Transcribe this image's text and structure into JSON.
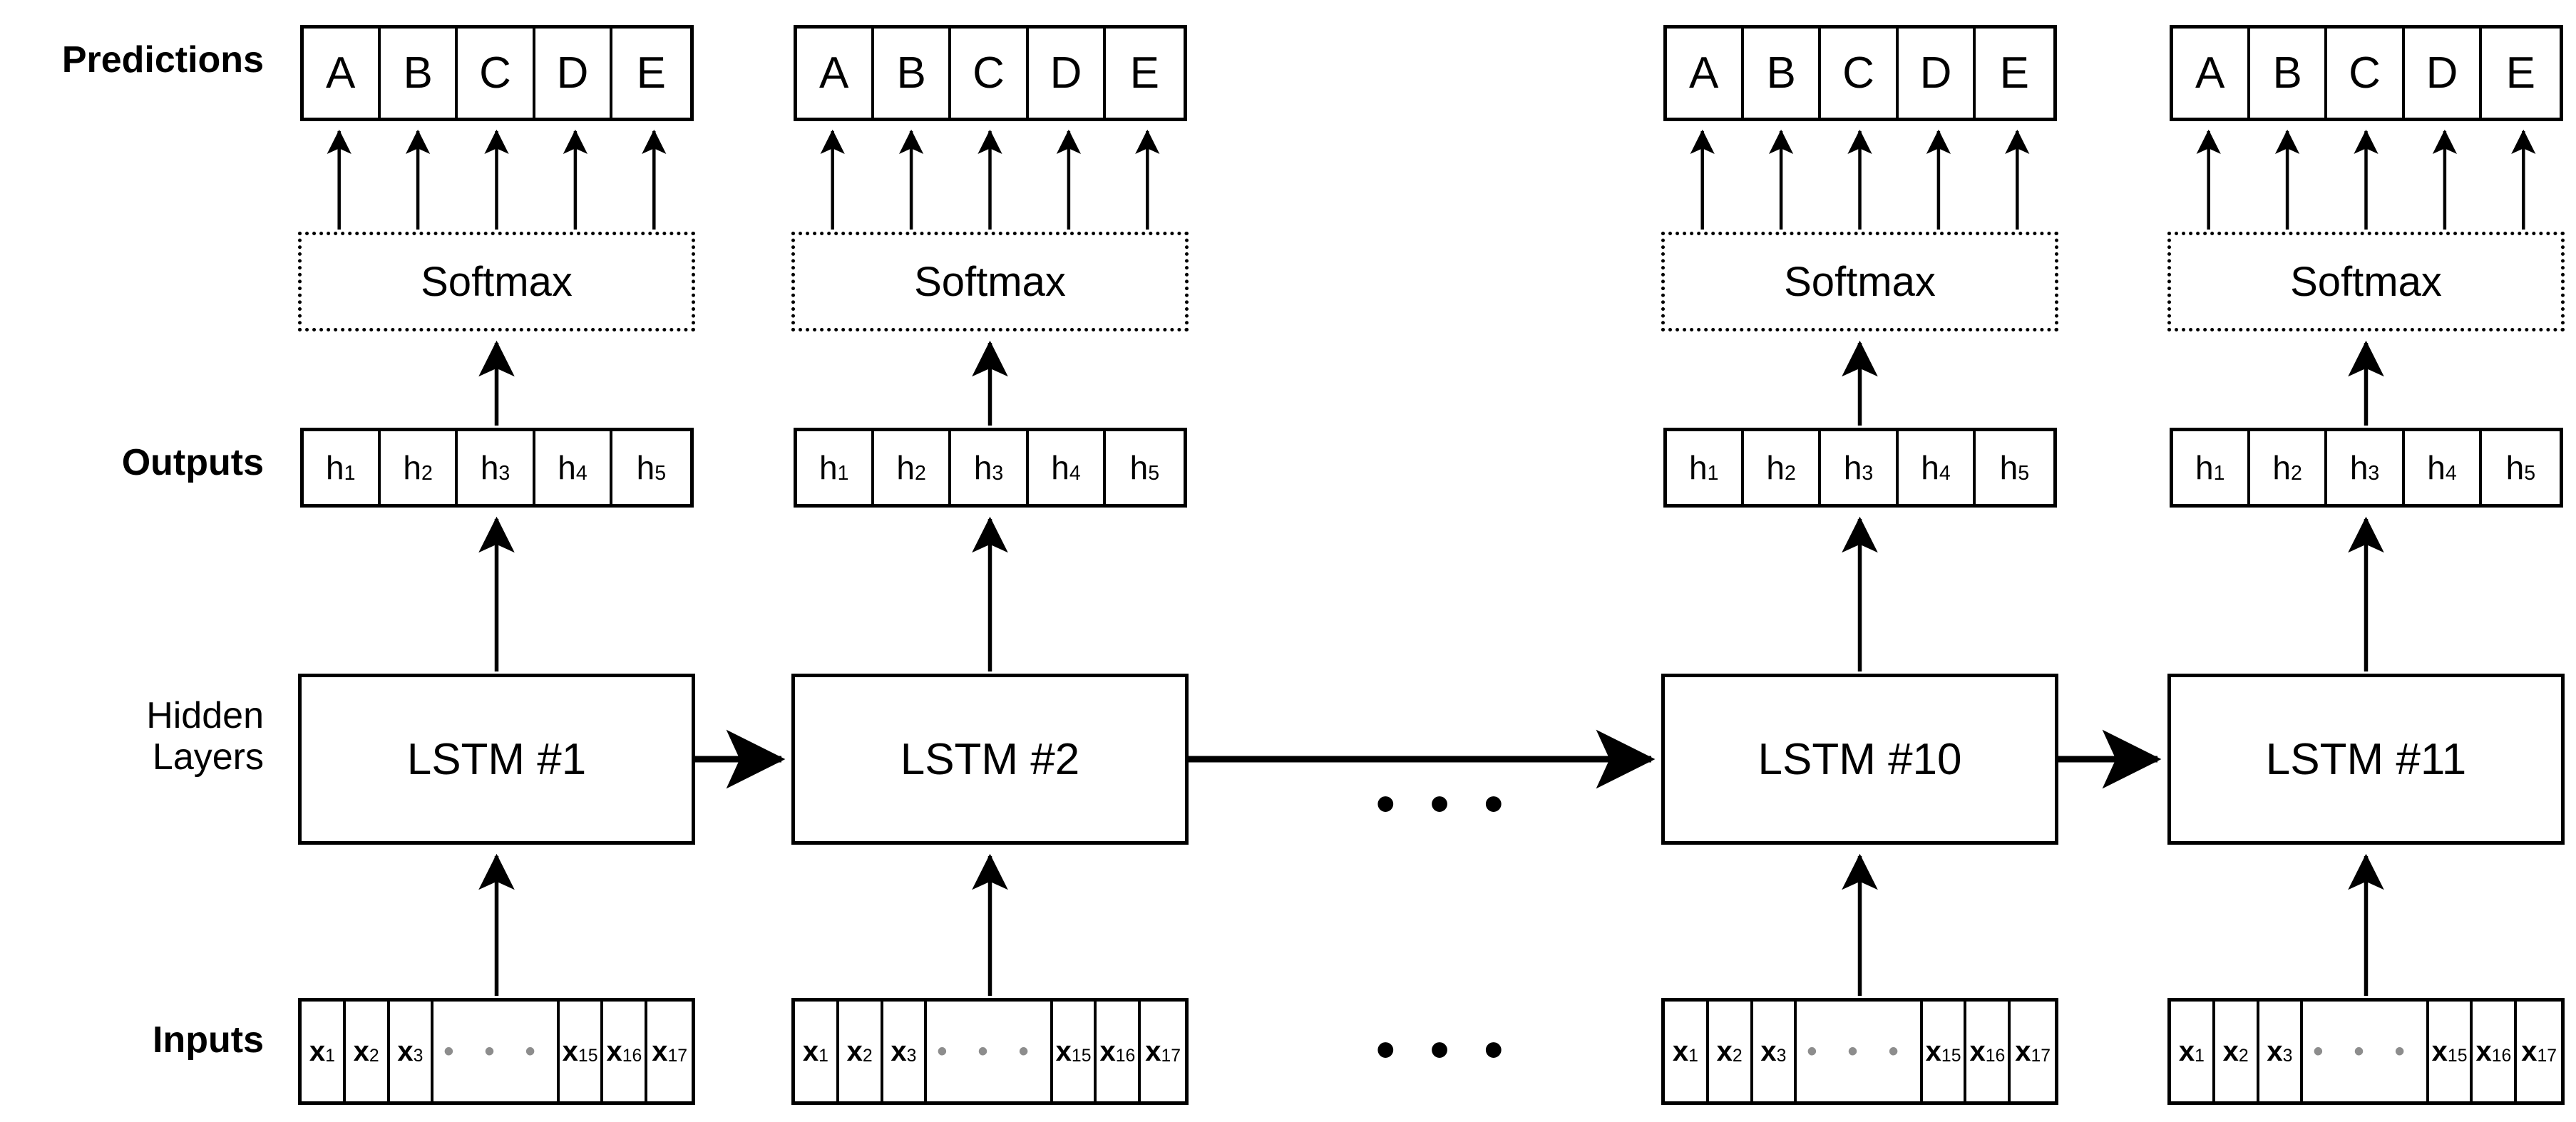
{
  "diagram": {
    "title_row_labels": {
      "predictions": "Predictions",
      "outputs": "Outputs",
      "hidden_layers": "Hidden\nLayers",
      "inputs": "Inputs"
    },
    "softmax_label": "Softmax",
    "ellipsis": "• • •",
    "prediction_classes": [
      "A",
      "B",
      "C",
      "D",
      "E"
    ],
    "output_units": [
      {
        "sym": "h",
        "sub": "1"
      },
      {
        "sym": "h",
        "sub": "2"
      },
      {
        "sym": "h",
        "sub": "3"
      },
      {
        "sym": "h",
        "sub": "4"
      },
      {
        "sym": "h",
        "sub": "5"
      }
    ],
    "input_units": [
      {
        "sym": "x",
        "sub": "1"
      },
      {
        "sym": "x",
        "sub": "2"
      },
      {
        "sym": "x",
        "sub": "3"
      },
      {
        "dots": true
      },
      {
        "sym": "x",
        "sub": "15"
      },
      {
        "sym": "x",
        "sub": "16"
      },
      {
        "sym": "x",
        "sub": "17"
      }
    ],
    "timesteps": [
      {
        "lstm_label": "LSTM #1"
      },
      {
        "lstm_label": "LSTM #2"
      },
      {
        "lstm_label": "LSTM #10"
      },
      {
        "lstm_label": "LSTM #11"
      }
    ],
    "colors": {
      "stroke": "#000000",
      "background": "#ffffff",
      "dots_muted": "#8d8d8d"
    }
  }
}
